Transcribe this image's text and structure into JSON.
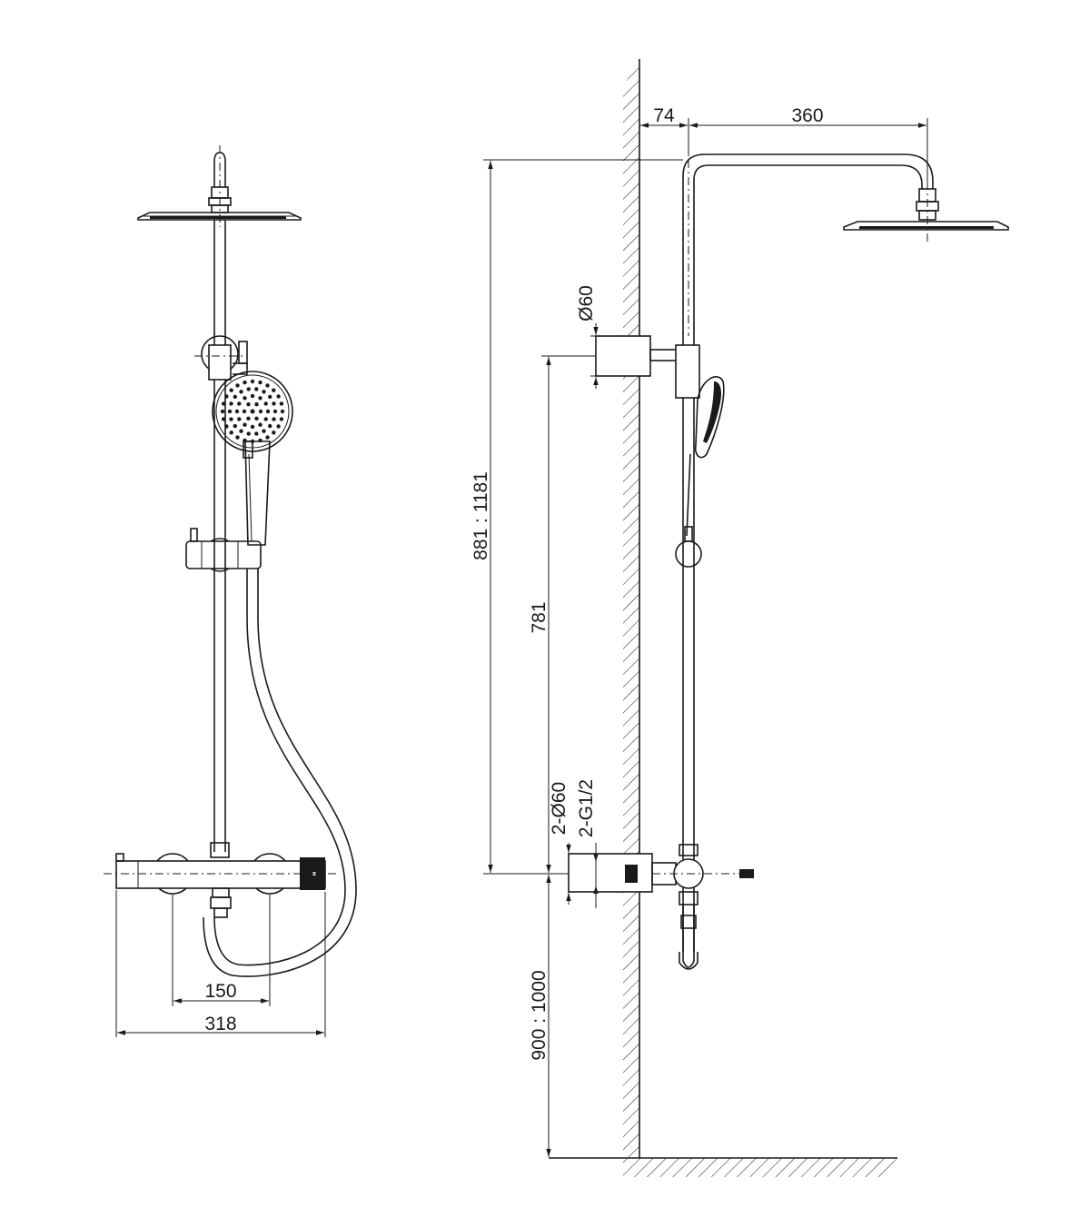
{
  "colors": {
    "ink": "#1a1a1a",
    "paper": "#ffffff"
  },
  "front_view": {
    "dim_outlet_spacing": "150",
    "dim_overall_width": "318"
  },
  "side_view": {
    "dim_wall_offset": "74",
    "dim_arm_reach": "360",
    "dim_bracket_diameter": "Ø60",
    "dim_total_height": "881 : 1181",
    "dim_bracket_height": "781",
    "dim_valve_flange": "2-Ø60",
    "dim_inlet_thread": "2-G1/2",
    "dim_install_height": "900 : 1000"
  }
}
